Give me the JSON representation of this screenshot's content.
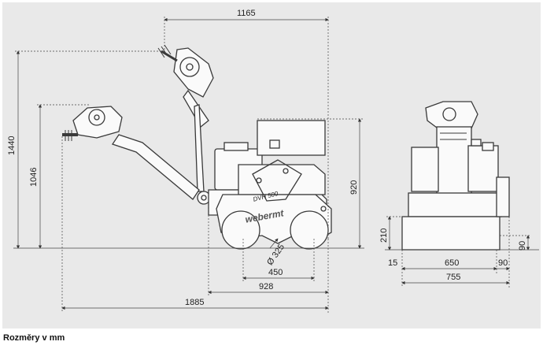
{
  "caption": "Rozměry v mm",
  "model_label": "DVH 500",
  "brand_label": "webermt",
  "dimensions": {
    "overall_length": "1165",
    "total_height": "1440",
    "handle_height": "1046",
    "body_height": "920",
    "drum_diameter": "Ø 325",
    "drum_spacing": "450",
    "base_length": "928",
    "total_length": "1885",
    "front_clearance": "210",
    "front_small": "90",
    "front_offset": "15",
    "drum_width": "650",
    "side_offset": "90",
    "overall_width": "755"
  },
  "colors": {
    "background": "#e9e9e9",
    "line": "#3a3a3a",
    "machine_fill": "#fafafa"
  }
}
